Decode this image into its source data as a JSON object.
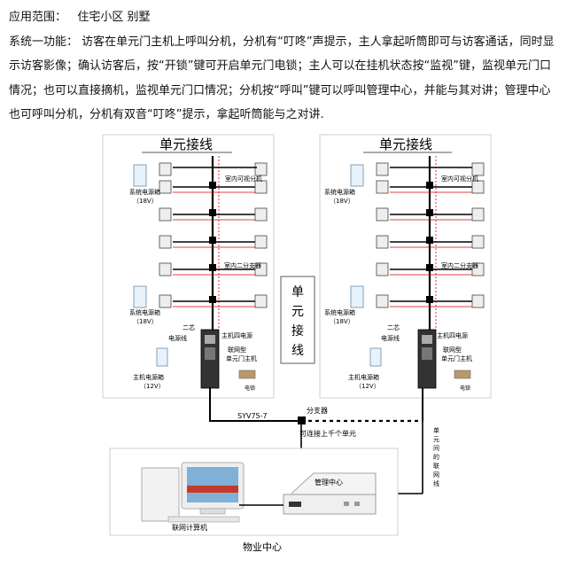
{
  "intro": {
    "scope_label": "应用范围：",
    "scope_value": "住宅小区 别墅",
    "function_text": "系统一功能：  访客在单元门主机上呼叫分机，分机有“叮咚”声提示，主人拿起听筒即可与访客通话，同时显示访客影像；确认访客后，按“开锁”键可开启单元门电锁；主人可以在挂机状态按“监视”键，监视单元门口情况；也可以直接摘机，监视单元门口情况；分机按“呼叫”键可以呼叫管理中心，并能与其对讲；管理中心也可呼叫分机，分机有双音“叮咚”提示，拿起听筒能与之对讲."
  },
  "diagram": {
    "left_unit": {
      "title": "单元接线",
      "indoor_unit_label": "室内可视分机",
      "power_box_1": "系统电源箱",
      "power_box_1_spec": "（18V）",
      "splitter_label": "室内二分支器",
      "power_box_2": "系统电源箱",
      "power_box_2_spec": "（18V）",
      "two_core_label": "二芯",
      "power_line_label": "电源线",
      "host_power_line": "主机四电源",
      "host_model_1": "联网型",
      "host_model_2": "单元门主机",
      "host_power_box": "主机电源箱",
      "host_power_box_spec": "（12V）",
      "lock_label": "电锁"
    },
    "right_unit": {
      "title": "单元接线",
      "indoor_unit_label": "室内可视分机",
      "power_box_1": "系统电源箱",
      "power_box_1_spec": "（18V）",
      "splitter_label": "室内二分支器",
      "power_box_2": "系统电源箱",
      "power_box_2_spec": "（18V）",
      "two_core_label": "二芯",
      "power_line_label": "电源线",
      "host_power_line": "主机四电源",
      "host_model_1": "联网型",
      "host_model_2": "单元门主机",
      "host_power_box": "主机电源箱",
      "host_power_box_spec": "（12V）",
      "lock_label": "电锁"
    },
    "middle_label": "单元接线",
    "cable_label": "SYV75-7",
    "distributor_label": "分支器",
    "connect_note": "可连接上千个单元",
    "vertical_note": "单元间的联网线",
    "manager_label": "管理中心",
    "computer_label": "联网计算机",
    "property_center_label": "物业中心"
  }
}
